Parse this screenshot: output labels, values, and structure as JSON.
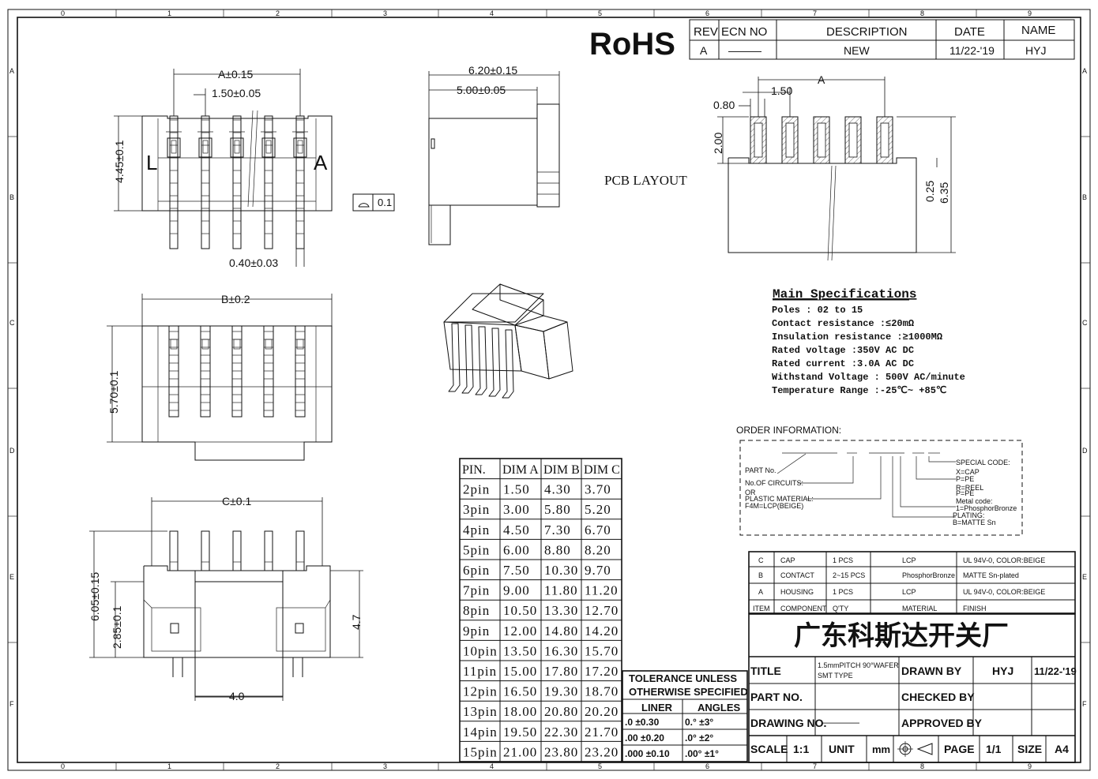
{
  "border": {
    "cols": [
      "0",
      "1",
      "2",
      "3",
      "4",
      "5",
      "6",
      "7",
      "8",
      "9"
    ],
    "rows": [
      "A",
      "B",
      "C",
      "D",
      "E",
      "F"
    ]
  },
  "rohs": "RoHS",
  "revision": {
    "headers": [
      "REV",
      "ECN NO",
      "DESCRIPTION",
      "DATE",
      "NAME"
    ],
    "row": [
      "A",
      "———",
      "NEW",
      "11/22-'19",
      "HYJ"
    ]
  },
  "top_view": {
    "dim_a": "A±0.15",
    "pitch": "1.50±0.05",
    "height": "4.45±0.1",
    "pin_w": "0.40±0.03",
    "mark_l": "L",
    "mark_a": "A",
    "flatness": "0.1"
  },
  "side_view": {
    "dim1": "6.20±0.15",
    "dim2": "5.00±0.05"
  },
  "pcb": {
    "label": "PCB LAYOUT",
    "dim_a": "A",
    "pitch": "1.50",
    "pad_w": "0.80",
    "pad_h": "2.00",
    "gap": "0.25",
    "total": "6.35"
  },
  "front_view": {
    "dim_b": "B±0.2",
    "height": "5.70±0.1"
  },
  "bottom_view": {
    "dim_c": "C±0.1",
    "h1": "6.05±0.15",
    "h2": "2.85±0.1",
    "h3": "4.7",
    "w": "4.0"
  },
  "specs": {
    "title": "Main Specifications",
    "lines": [
      "Poles : 02 to 15",
      "Contact resistance :≤20mΩ",
      "Insulation resistance :≥1000MΩ",
      "Rated voltage :350V AC DC",
      "Rated current :3.0A AC DC",
      "Withstand Voltage : 500V AC/minute",
      "Temperature Range  :-25℃~ +85℃"
    ]
  },
  "order": {
    "title": "ORDER INFORMATION:",
    "part_no": "PART No.",
    "circuits": "No.OF CIRCUITS:",
    "or": "OR",
    "plastic": "PLASTIC MATERIAL:",
    "f4m": "F4M=LCP(BEIGE)",
    "special": "SPECIAL CODE:",
    "x_cap": "X=CAP",
    "p_pe": "P=PE",
    "r_reel": "R=REEL",
    "p_pe2": "P=PE",
    "metal": "Metal code:",
    "metal_val": "1=PhosphorBronze",
    "plating": "PLATING:",
    "plating_val": "B=MATTE Sn"
  },
  "dim_table": {
    "headers": [
      "PIN.",
      "DIM A",
      "DIM B",
      "DIM C"
    ],
    "rows": [
      [
        "2pin",
        "1.50",
        "4.30",
        "3.70"
      ],
      [
        "3pin",
        "3.00",
        "5.80",
        "5.20"
      ],
      [
        "4pin",
        "4.50",
        "7.30",
        "6.70"
      ],
      [
        "5pin",
        "6.00",
        "8.80",
        "8.20"
      ],
      [
        "6pin",
        "7.50",
        "10.30",
        "9.70"
      ],
      [
        "7pin",
        "9.00",
        "11.80",
        "11.20"
      ],
      [
        "8pin",
        "10.50",
        "13.30",
        "12.70"
      ],
      [
        "9pin",
        "12.00",
        "14.80",
        "14.20"
      ],
      [
        "10pin",
        "13.50",
        "16.30",
        "15.70"
      ],
      [
        "11pin",
        "15.00",
        "17.80",
        "17.20"
      ],
      [
        "12pin",
        "16.50",
        "19.30",
        "18.70"
      ],
      [
        "13pin",
        "18.00",
        "20.80",
        "20.20"
      ],
      [
        "14pin",
        "19.50",
        "22.30",
        "21.70"
      ],
      [
        "15pin",
        "21.00",
        "23.80",
        "23.20"
      ]
    ]
  },
  "tolerance": {
    "title1": "TOLERANCE UNLESS",
    "title2": "OTHERWISE SPECIFIED",
    "h_liner": "LINER",
    "h_angles": "ANGLES",
    "rows": [
      [
        ".0  ±0.30",
        "0.°  ±3°"
      ],
      [
        ".00  ±0.20",
        ".0°  ±2°"
      ],
      [
        ".000 ±0.10",
        ".00° ±1°"
      ]
    ]
  },
  "bom": {
    "rows": [
      [
        "C",
        "CAP",
        "1 PCS",
        "LCP",
        "UL 94V-0, COLOR:BEIGE"
      ],
      [
        "B",
        "CONTACT",
        "2~15 PCS",
        "PhosphorBronze",
        "MATTE Sn-plated"
      ],
      [
        "A",
        "HOUSING",
        "1 PCS",
        "LCP",
        "UL 94V-0, COLOR:BEIGE"
      ]
    ],
    "headers": [
      "ITEM",
      "COMPONENT",
      "Q'TY",
      "MATERIAL",
      "FINISH"
    ]
  },
  "title_block": {
    "company": "广东科斯达开关厂",
    "title_label": "TITLE",
    "title_val1": "1.5mmPITCH 90°WAFER",
    "title_val2": "SMT TYPE",
    "drawn_by": "DRAWN BY",
    "drawn_name": "HYJ",
    "drawn_date": "11/22-'19",
    "part_no": "PART NO.",
    "checked_by": "CHECKED BY",
    "drawing_no": "DRAWING NO.",
    "drawing_val": "————",
    "approved_by": "APPROVED BY",
    "scale": "SCALE",
    "scale_val": "1:1",
    "unit": "UNIT",
    "unit_val": "mm",
    "page": "PAGE",
    "page_val": "1/1",
    "size": "SIZE",
    "size_val": "A4"
  }
}
